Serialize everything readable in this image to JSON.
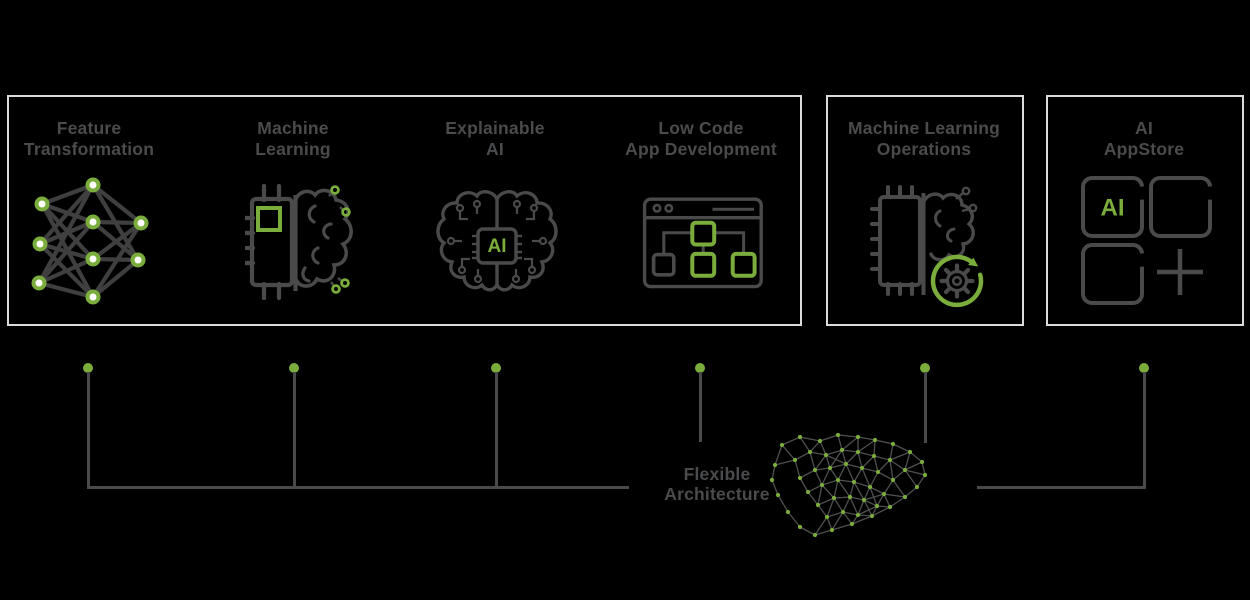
{
  "colors": {
    "background": "#000000",
    "accent_green": "#7AAD3C",
    "icon_gray": "#4A4A4A",
    "connector_gray": "#4A4A4A",
    "panel_border": "#DBDBDB",
    "label_gray": "#4A4B4D"
  },
  "panels": [
    {
      "name": "core-capabilities",
      "items": [
        {
          "label_line1": "Feature",
          "label_line2": "Transformation",
          "icon": "neural-network-icon"
        },
        {
          "label_line1": "Machine",
          "label_line2": "Learning",
          "icon": "chip-brain-icon"
        },
        {
          "label_line1": "Explainable",
          "label_line2": "AI",
          "icon": "brain-ai-chip-icon",
          "icon_text": "AI"
        },
        {
          "label_line1": "Low Code",
          "label_line2": "App Development",
          "icon": "app-window-flowchart-icon"
        }
      ]
    },
    {
      "name": "mlops",
      "items": [
        {
          "label_line1": "Machine Learning",
          "label_line2": "Operations",
          "icon": "chip-brain-gear-icon"
        }
      ]
    },
    {
      "name": "appstore",
      "items": [
        {
          "label_line1": "AI",
          "label_line2": "AppStore",
          "icon": "app-grid-icon",
          "icon_text": "AI"
        }
      ]
    }
  ],
  "footer": {
    "label_line1": "Flexible",
    "label_line2": "Architecture",
    "icon": "network-mesh-icon"
  }
}
